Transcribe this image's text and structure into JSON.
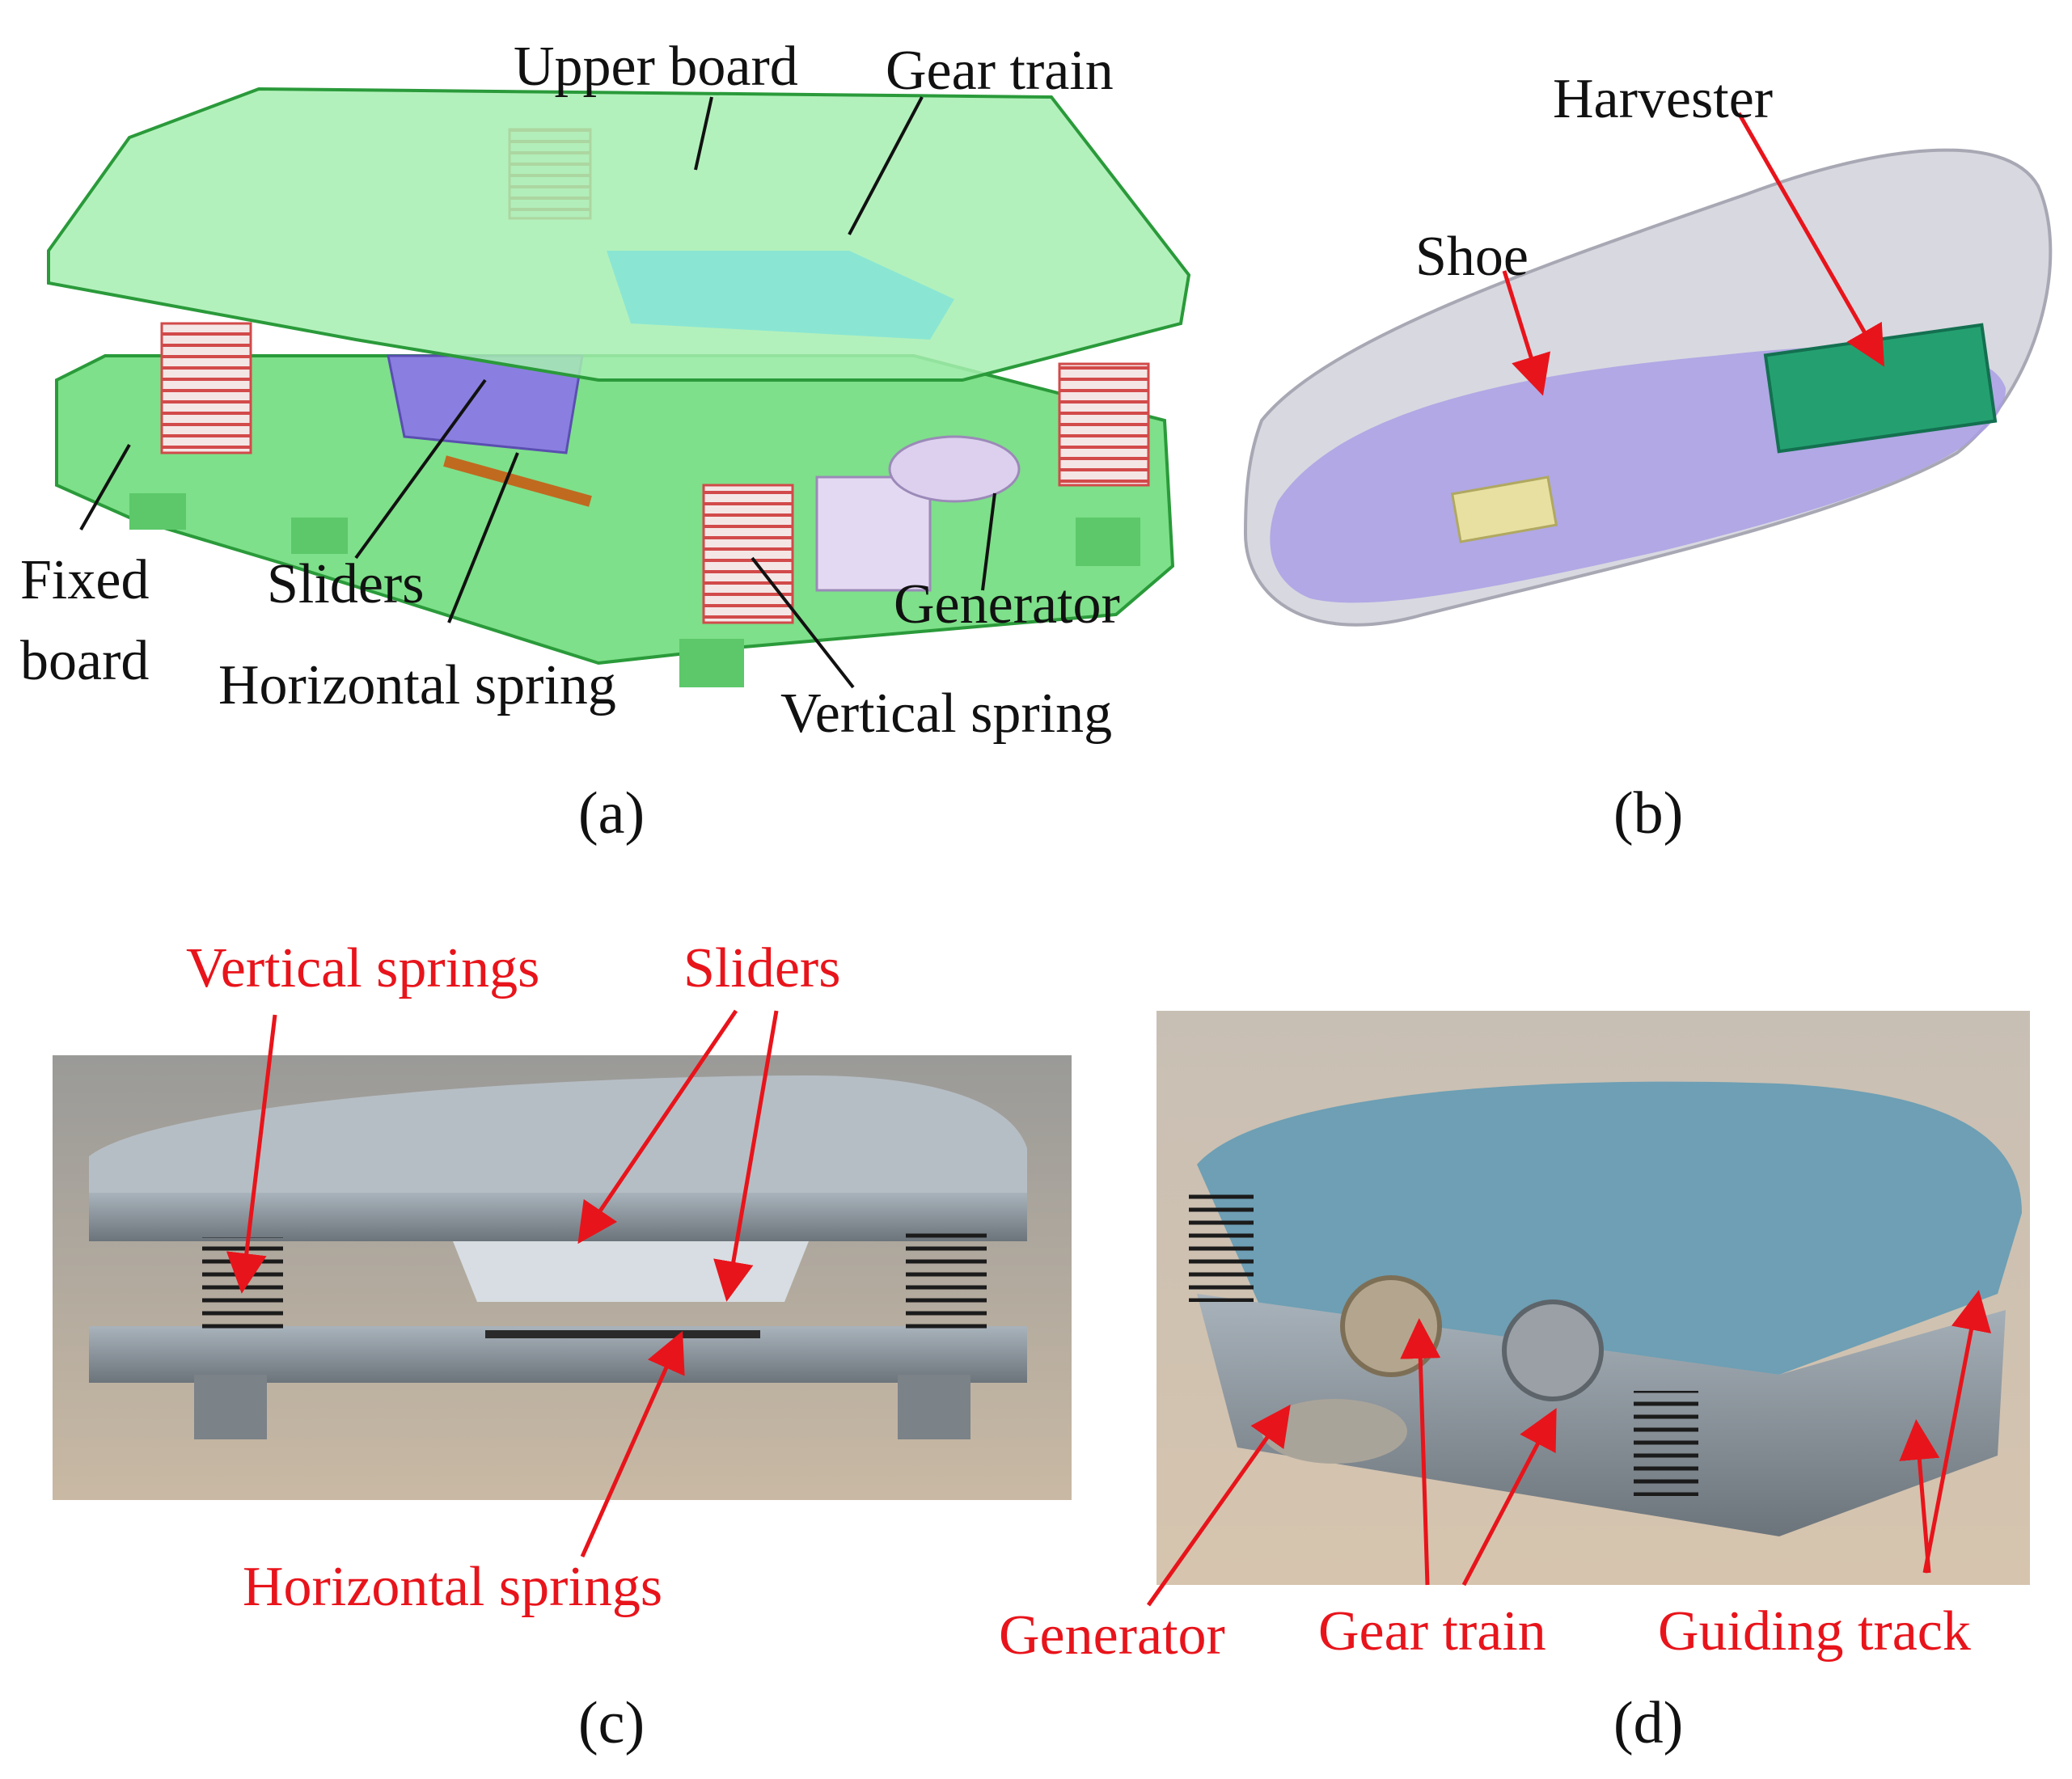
{
  "panel_a": {
    "caption": "(a)",
    "labels": {
      "upper_board": "Upper board",
      "gear_train": "Gear train",
      "fixed": "Fixed",
      "board": "board",
      "sliders": "Sliders",
      "horizontal_spring": "Horizontal spring",
      "generator": "Generator",
      "vertical_spring": "Vertical spring"
    }
  },
  "panel_b": {
    "caption": "(b)",
    "labels": {
      "harvester": "Harvester",
      "shoe": "Shoe"
    }
  },
  "panel_c": {
    "caption": "(c)",
    "labels": {
      "vertical_springs": "Vertical springs",
      "sliders": "Sliders",
      "horizontal_springs": "Horizontal springs"
    }
  },
  "panel_d": {
    "caption": "(d)",
    "labels": {
      "generator": "Generator",
      "gear_train": "Gear train",
      "guiding_track": "Guiding track"
    }
  },
  "colors": {
    "cad_green": "#7ee08a",
    "spring_red": "#e05a5a",
    "slider_purple": "#8a7fe0",
    "annotation_red": "#e8141b",
    "metal_gray": "#8a9096"
  }
}
